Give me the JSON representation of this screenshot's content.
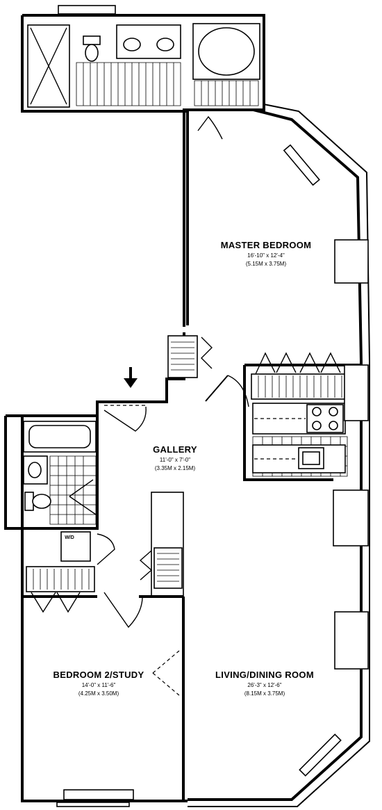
{
  "rooms": {
    "master_bedroom": {
      "name": "MASTER BEDROOM",
      "dim_imperial": "16'-10\" x 12'-4\"",
      "dim_metric": "(5.15M x 3.75M)"
    },
    "gallery": {
      "name": "GALLERY",
      "dim_imperial": "11'-0\" x 7'-0\"",
      "dim_metric": "(3.35M x 2.15M)"
    },
    "bedroom2": {
      "name": "BEDROOM 2/STUDY",
      "dim_imperial": "14'-0\" x 11'-6\"",
      "dim_metric": "(4.25M x 3.50M)"
    },
    "living": {
      "name": "LIVING/DINING ROOM",
      "dim_imperial": "26'-3\" x 12'-6\"",
      "dim_metric": "(8.15M x 3.75M)"
    }
  },
  "labels": {
    "washer_dryer": "W/D"
  },
  "colors": {
    "ink": "#000000",
    "paper": "#ffffff"
  }
}
